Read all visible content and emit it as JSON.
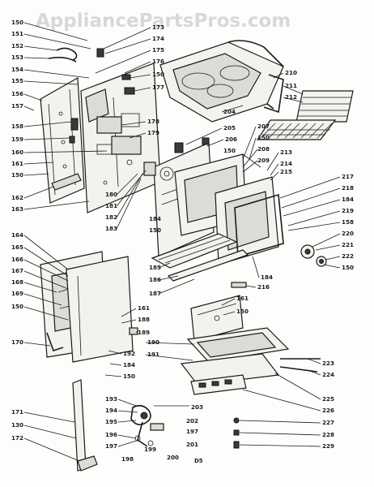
{
  "watermark": "AppliancePartsPros.com",
  "footer_code": "D5",
  "labels": {
    "l150a": "150",
    "l151": "151",
    "l152": "152",
    "l153": "153",
    "l154": "154",
    "l155": "155",
    "l156": "156",
    "l157": "157",
    "l158": "158",
    "l159": "159",
    "l160": "160",
    "l161a": "161",
    "l150b": "150",
    "l162": "162",
    "l163": "163",
    "l173": "173",
    "l174": "174",
    "l175": "175",
    "l176": "176",
    "l150c": "150",
    "l177": "177",
    "l178": "178",
    "l179": "179",
    "l180": "180",
    "l181": "181",
    "l182": "182",
    "l183": "183",
    "l204": "204",
    "l205": "205",
    "l206": "206",
    "l150d": "150",
    "l207": "207",
    "l150e": "150",
    "l208": "208",
    "l209": "209",
    "l210": "210",
    "l211": "211",
    "l212": "212",
    "l213": "213",
    "l214": "214",
    "l215": "215",
    "l217": "217",
    "l218": "218",
    "l184a": "184",
    "l219": "219",
    "l158b": "158",
    "l220": "220",
    "l221": "221",
    "l222": "222",
    "l150f": "150",
    "l184b": "184",
    "l150g": "150",
    "l185": "185",
    "l186": "186",
    "l187": "187",
    "l216": "216",
    "l184c": "184",
    "l164": "164",
    "l165": "165",
    "l166": "166",
    "l167": "167",
    "l168": "168",
    "l169": "169",
    "l150h": "150",
    "l170": "170",
    "l161b": "161",
    "l188": "188",
    "l189": "189",
    "l161c": "161",
    "l150i": "150",
    "l190": "190",
    "l191": "191",
    "l192": "192",
    "l184d": "184",
    "l150j": "150",
    "l223": "223",
    "l224": "224",
    "l225": "225",
    "l226": "226",
    "l227": "227",
    "l228": "228",
    "l229": "229",
    "l171": "171",
    "l130": "130",
    "l172": "172",
    "l193": "193",
    "l194": "194",
    "l195": "195",
    "l196": "196",
    "l197a": "197",
    "l198": "198",
    "l199": "199",
    "l200": "200",
    "l201": "201",
    "l202": "202",
    "l203": "203",
    "l197b": "197"
  }
}
